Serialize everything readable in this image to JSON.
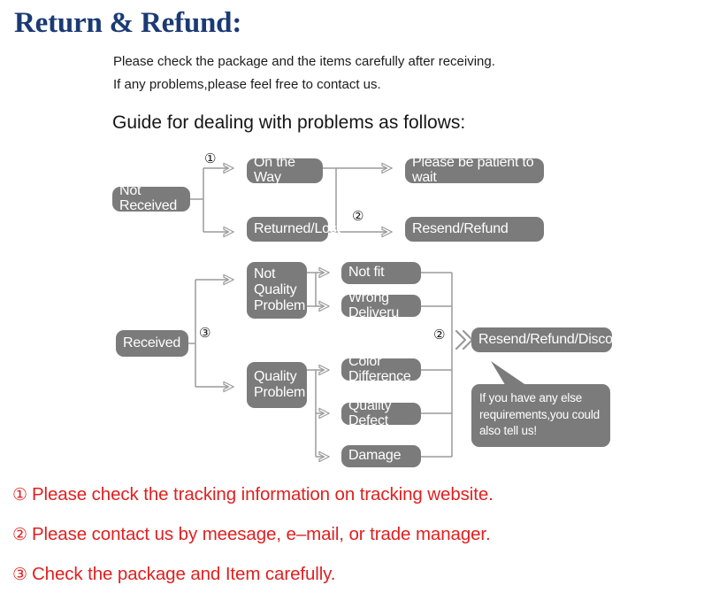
{
  "header": {
    "title": "Return & Refund:",
    "intro_lines": [
      "Please check the package and the items carefully after receiving.",
      "If any problems,please feel free to contact us."
    ],
    "guide_heading": "Guide for dealing with problems as follows:"
  },
  "colors": {
    "title": "#1b3a75",
    "node_fill": "#7b7b7b",
    "node_text": "#ffffff",
    "note_text": "#e02020",
    "connector": "#9a9a9a",
    "background": "#ffffff"
  },
  "flowchart": {
    "nodes": {
      "not_received": "Not Received",
      "on_the_way": "On the Way",
      "returned_lost": "Returned/Lost",
      "be_patient": "Please be patient to wait",
      "resend_refund": "Resend/Refund",
      "received": "Received",
      "not_quality_problem": "Not\nQuality\nProblem",
      "quality_problem": "Quality\nProblem",
      "not_fit": "Not fit",
      "wrong_delivery": "Wrong Deliveru",
      "color_difference": "Color Difference",
      "quality_defect": "Quality Defect",
      "damage": "Damage",
      "resend_refund_discount": "Resend/Refund/Discount"
    },
    "markers": {
      "m1": "①",
      "m2": "②",
      "m3": "③",
      "m4": "②"
    },
    "callout": "If you have any else\nrequirements,you could\nalso tell us!"
  },
  "notes": [
    {
      "num": "①",
      "text": "Please check the tracking information on tracking website."
    },
    {
      "num": "②",
      "text": "Please contact us by meesage, e–mail, or trade manager."
    },
    {
      "num": "③",
      "text": "Check the package and Item carefully."
    }
  ]
}
